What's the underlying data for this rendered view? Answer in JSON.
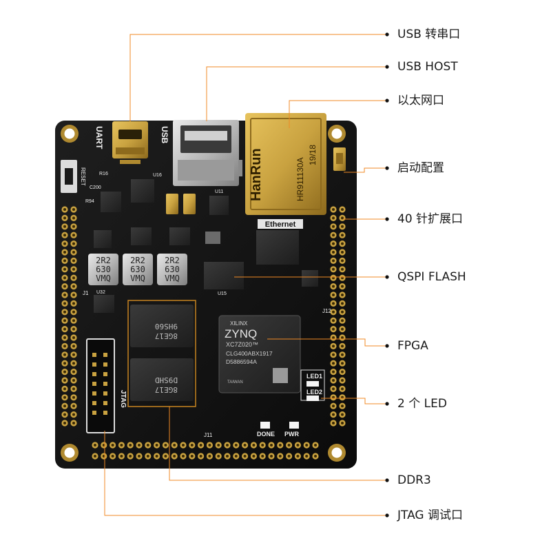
{
  "callouts": [
    {
      "id": "usb-uart",
      "label": "USB 转串口"
    },
    {
      "id": "usb-host",
      "label": "USB HOST"
    },
    {
      "id": "ethernet",
      "label": "以太网口"
    },
    {
      "id": "boot-config",
      "label": "启动配置"
    },
    {
      "id": "expansion-40pin",
      "label": "40 针扩展口"
    },
    {
      "id": "qspi-flash",
      "label": "QSPI FLASH"
    },
    {
      "id": "fpga",
      "label": "FPGA"
    },
    {
      "id": "leds",
      "label": "2 个 LED"
    },
    {
      "id": "ddr3",
      "label": "DDR3"
    },
    {
      "id": "jtag",
      "label": "JTAG 调试口"
    }
  ],
  "board": {
    "silkscreen": {
      "uart": "UART",
      "usb": "USB",
      "reset": "RESET",
      "ethernet": "Ethernet",
      "jtag": "JTAG",
      "done": "DONE",
      "pwr": "PWR",
      "led1": "LED1",
      "led2": "LED2",
      "j11": "J11",
      "j12": "J12",
      "j1": "J1",
      "u11": "U11",
      "u15": "U15",
      "u16": "U16",
      "u32": "U32",
      "r16": "R16",
      "r94": "R94",
      "c200": "C200"
    },
    "magjack": {
      "brand": "HanRun",
      "part": "HR911130A",
      "date": "19/18"
    },
    "fpga_chip": {
      "vendor": "XILINX",
      "family": "ZYNQ",
      "part": "XC7Z020™",
      "package": "CLG400ABX1917",
      "lot": "D5886594A",
      "origin": "TAIWAN"
    },
    "ddr_chip": {
      "line1": "9HS60",
      "line2": "8GE17",
      "line3": "D9SHD"
    },
    "inductors": [
      {
        "line1": "2R2",
        "line2": "630",
        "line3": "VMQ"
      },
      {
        "line1": "2R2",
        "line2": "630",
        "line3": "VMQ"
      },
      {
        "line1": "2R2",
        "line2": "630",
        "line3": "VMQ"
      }
    ]
  },
  "colors": {
    "pcb": "#141414",
    "gold": "#c9a240",
    "callout_line": "#f08a24",
    "label_text": "#1a1a1a"
  }
}
